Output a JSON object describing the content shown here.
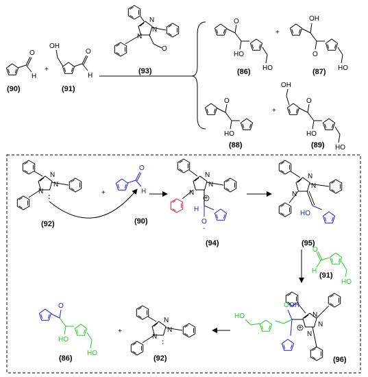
{
  "labels": {
    "c90": "(90)",
    "c91": "(91)",
    "c93": "(93)",
    "c86": "(86)",
    "c87": "(87)",
    "c88": "(88)",
    "c89": "(89)",
    "c92": "(92)",
    "c90b": "(90)",
    "c94": "(94)",
    "c95": "(95)",
    "c91b": "(91)",
    "c96": "(96)",
    "c86b": "(86)",
    "c92b": "(92)"
  },
  "symbols": {
    "plus": "+",
    "O": "O",
    "H": "H",
    "N": "N",
    "OH": "OH",
    "HO": "HO",
    "OMe": "O",
    "minus": "-",
    "plus_charge": "+",
    "lone_pair": ":"
  },
  "colors": {
    "black": "#000000",
    "blue": "#1d1dd6",
    "green": "#22cc22",
    "red": "#e02020"
  }
}
